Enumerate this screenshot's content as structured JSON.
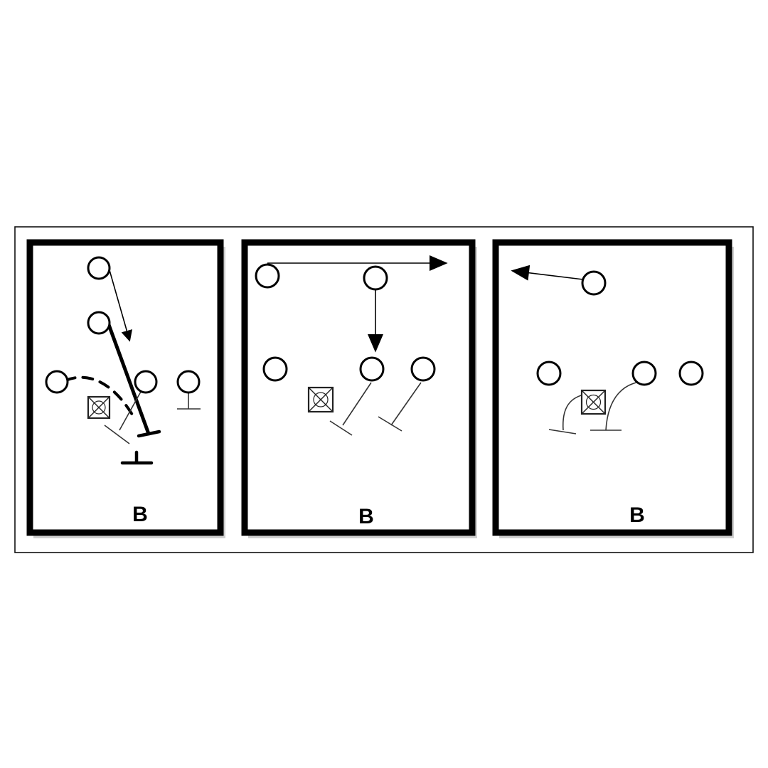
{
  "diagram": {
    "panels": [
      {
        "id": "panel-1",
        "label": "B"
      },
      {
        "id": "panel-2",
        "label": "B"
      },
      {
        "id": "panel-3",
        "label": "B"
      }
    ],
    "colors": {
      "ink": "#000000",
      "background": "#ffffff",
      "shadow": "#cfcfcf"
    },
    "symbols": {
      "player": "circle",
      "quarterback": "boxed-x",
      "block": "t-bar",
      "route": "arrow"
    }
  }
}
